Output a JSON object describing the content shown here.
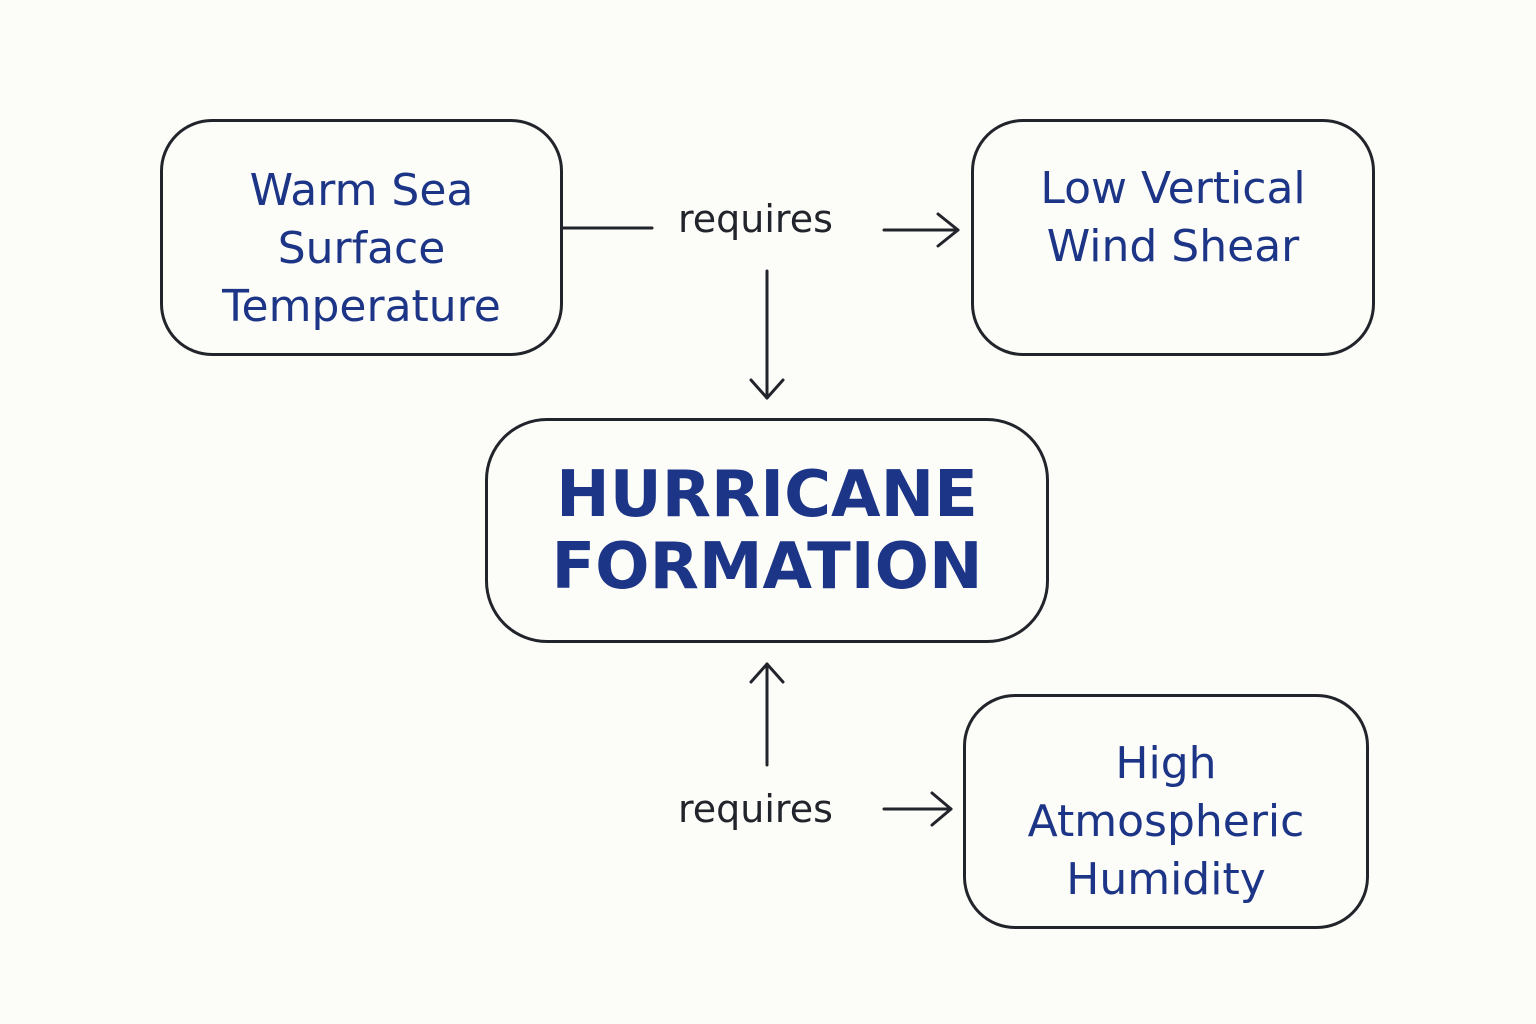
{
  "diagram": {
    "nodes": {
      "sst": "Warm Sea\nSurface\nTemperature",
      "shear": "Low Vertical\nWind Shear",
      "center": "HURRICANE\nFORMATION",
      "humidity": "High\nAtmospheric\nHumidity"
    },
    "edge_labels": {
      "top": "requires",
      "bottom": "requires"
    },
    "colors": {
      "node_text": "#1c3587",
      "stroke": "#22242b",
      "background": "#fcfcf8"
    }
  }
}
